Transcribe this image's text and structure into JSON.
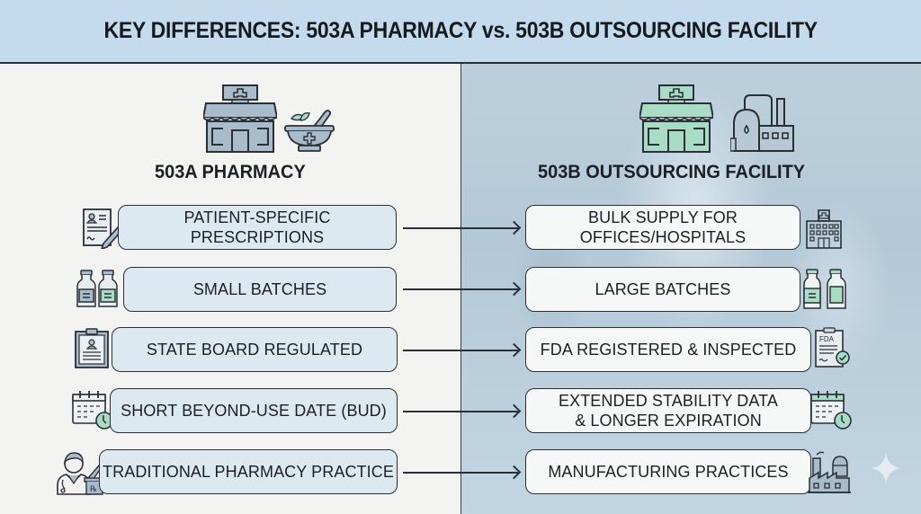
{
  "title": "KEY DIFFERENCES: 503A PHARMACY vs. 503B OUTSOURCING FACILITY",
  "columns": {
    "left": {
      "heading": "503A PHARMACY",
      "icons": [
        "pharmacy-storefront-icon",
        "mortar-pestle-icon"
      ]
    },
    "right": {
      "heading": "503B OUTSOURCING FACILITY",
      "icons": [
        "pharmacy-storefront-icon",
        "factory-icon"
      ]
    }
  },
  "rows": [
    {
      "left": "PATIENT-SPECIFIC\nPRESCRIPTIONS",
      "left_icon": "prescription-form-icon",
      "right": "BULK SUPPLY FOR\nOFFICES/HOSPITALS",
      "right_icon": "hospital-icon"
    },
    {
      "left": "SMALL BATCHES",
      "left_icon": "small-vials-icon",
      "right": "LARGE BATCHES",
      "right_icon": "large-vials-icon"
    },
    {
      "left": "STATE BOARD REGULATED",
      "left_icon": "clipboard-icon",
      "right": "FDA REGISTERED & INSPECTED",
      "right_icon": "fda-document-icon"
    },
    {
      "left": "SHORT BEYOND-USE DATE (BUD)",
      "left_icon": "calendar-clock-icon",
      "right": "EXTENDED STABILITY DATA\n& LONGER EXPIRATION",
      "right_icon": "calendar-clock-icon"
    },
    {
      "left": "TRADITIONAL PHARMACY PRACTICE",
      "left_icon": "pharmacist-icon",
      "right": "MANUFACTURING PRACTICES",
      "right_icon": "factory-icon"
    }
  ],
  "colors": {
    "header_bg": "#c3dbec",
    "left_box_bg": "#dde9f1",
    "right_box_bg": "#f6f7f7",
    "accent_green": "#a8dcc6",
    "icon_blue": "#a9bccb",
    "outline": "#2a2f35"
  }
}
